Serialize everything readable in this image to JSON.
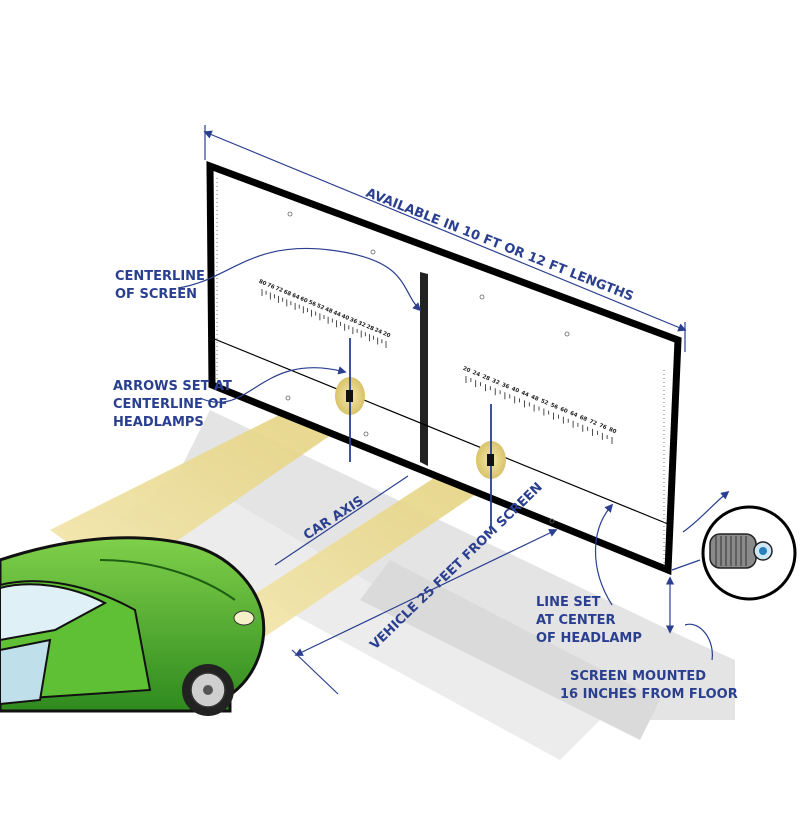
{
  "labels": {
    "available": "AVAILABLE IN 10 FT OR 12 FT LENGTHS",
    "centerline_1": "CENTERLINE",
    "centerline_2": "OF SCREEN",
    "arrows_1": "ARROWS SET AT",
    "arrows_2": "CENTERLINE OF",
    "arrows_3": "HEADLAMPS",
    "car_axis": "CAR AXIS",
    "vehicle": "VEHICLE 25 FEET FROM SCREEN",
    "lineset_1": "LINE SET",
    "lineset_2": "AT CENTER",
    "lineset_3": "OF HEADLAMP",
    "mounted_1": "SCREEN MOUNTED",
    "mounted_2": "16 INCHES FROM FLOOR"
  },
  "left_scale": [
    "80",
    "76",
    "72",
    "68",
    "64",
    "60",
    "56",
    "52",
    "48",
    "44",
    "40",
    "36",
    "32",
    "28",
    "24",
    "20"
  ],
  "right_scale": [
    "20",
    "24",
    "28",
    "32",
    "36",
    "40",
    "44",
    "48",
    "52",
    "56",
    "60",
    "64",
    "68",
    "72",
    "76",
    "80"
  ],
  "colors": {
    "label_blue": "#2a3f8f",
    "beam": "#e8d58a",
    "car_green": "#3fa22a",
    "floor_gray": "#d6d6d6"
  }
}
